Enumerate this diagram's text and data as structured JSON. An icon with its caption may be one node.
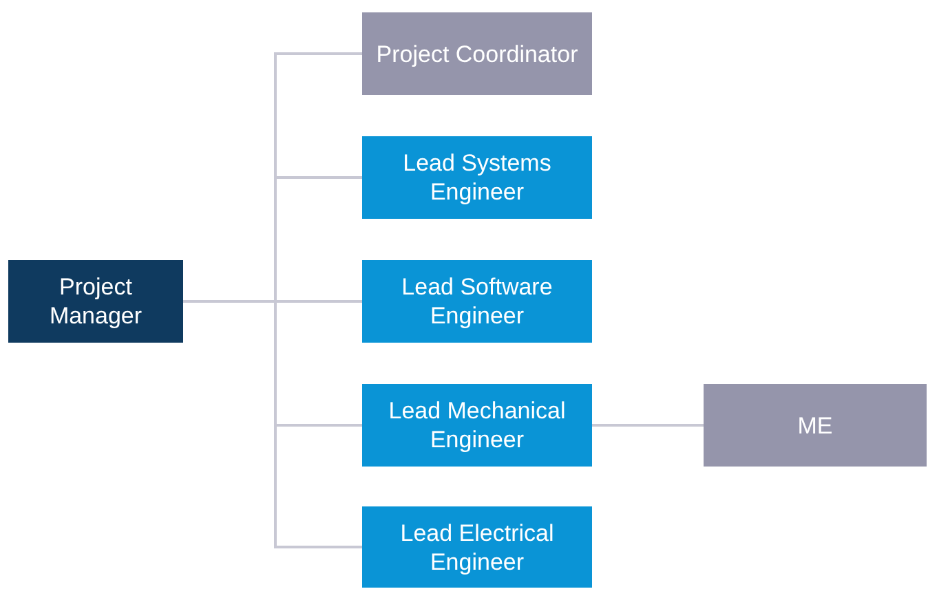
{
  "diagram": {
    "nodes": [
      {
        "text": [
          "Project Manager"
        ]
      },
      {
        "text": [
          "Project Coordinator"
        ]
      },
      {
        "text": [
          "Lead Systems Engineer"
        ]
      },
      {
        "text": [
          "Lead Software Engineer"
        ]
      },
      {
        "text": [
          "Lead Mechanical Engineer"
        ]
      },
      {
        "text": [
          "Lead Electrical Engineer"
        ]
      },
      {
        "text": [
          "ME"
        ]
      }
    ],
    "edges": [
      {
        "from": 0,
        "to": 1,
        "arrow": "none"
      },
      {
        "from": 0,
        "to": 2,
        "arrow": "none"
      },
      {
        "from": 0,
        "to": 3,
        "arrow": "none"
      },
      {
        "from": 0,
        "to": 4,
        "arrow": "none"
      },
      {
        "from": 0,
        "to": 5,
        "arrow": "none"
      },
      {
        "from": 4,
        "to": 6,
        "arrow": "none"
      }
    ]
  }
}
